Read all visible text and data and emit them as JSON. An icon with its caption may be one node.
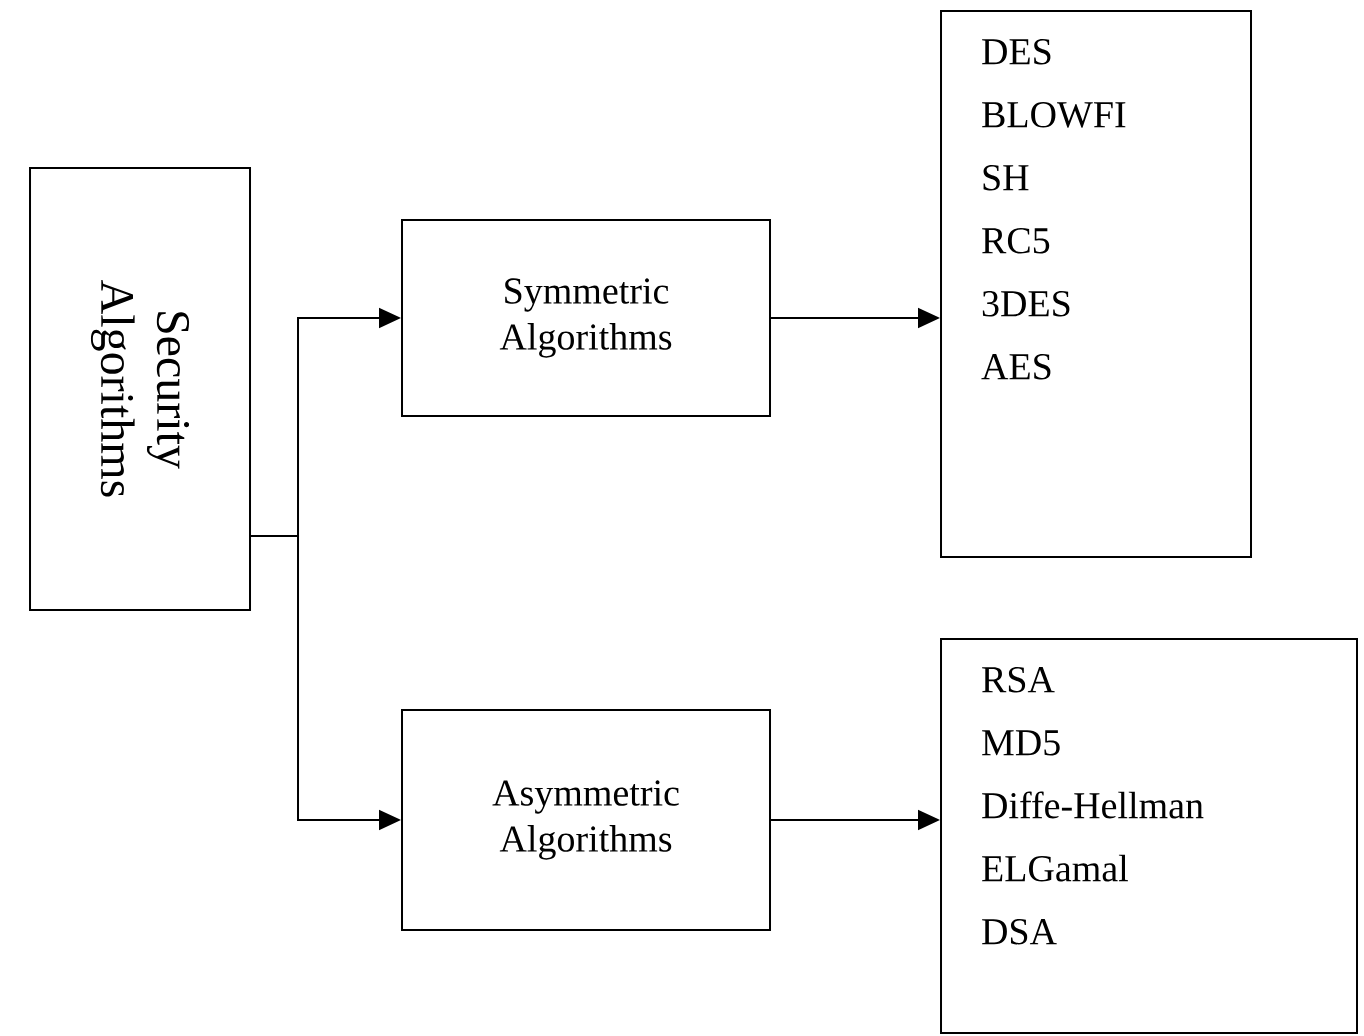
{
  "diagram": {
    "nodes": [
      {
        "text": [
          "Security Algorithms"
        ]
      },
      {
        "text": [
          "Symmetric Algorithms"
        ]
      },
      {
        "text": [
          "DES",
          "BLOWFI",
          "SH",
          "RC5",
          "3DES",
          "AES"
        ]
      },
      {
        "text": [
          "Asymmetric Algorithms"
        ]
      },
      {
        "text": [
          "RSA",
          "MD5",
          "Diffe-Hellman",
          "ELGamal",
          "DSA"
        ]
      }
    ],
    "edges": [
      {
        "from": 0,
        "to": 1,
        "arrow": "to"
      },
      {
        "from": 1,
        "to": 2,
        "arrow": "to"
      },
      {
        "from": 0,
        "to": 3,
        "arrow": "to"
      },
      {
        "from": 3,
        "to": 4,
        "arrow": "to"
      }
    ]
  }
}
